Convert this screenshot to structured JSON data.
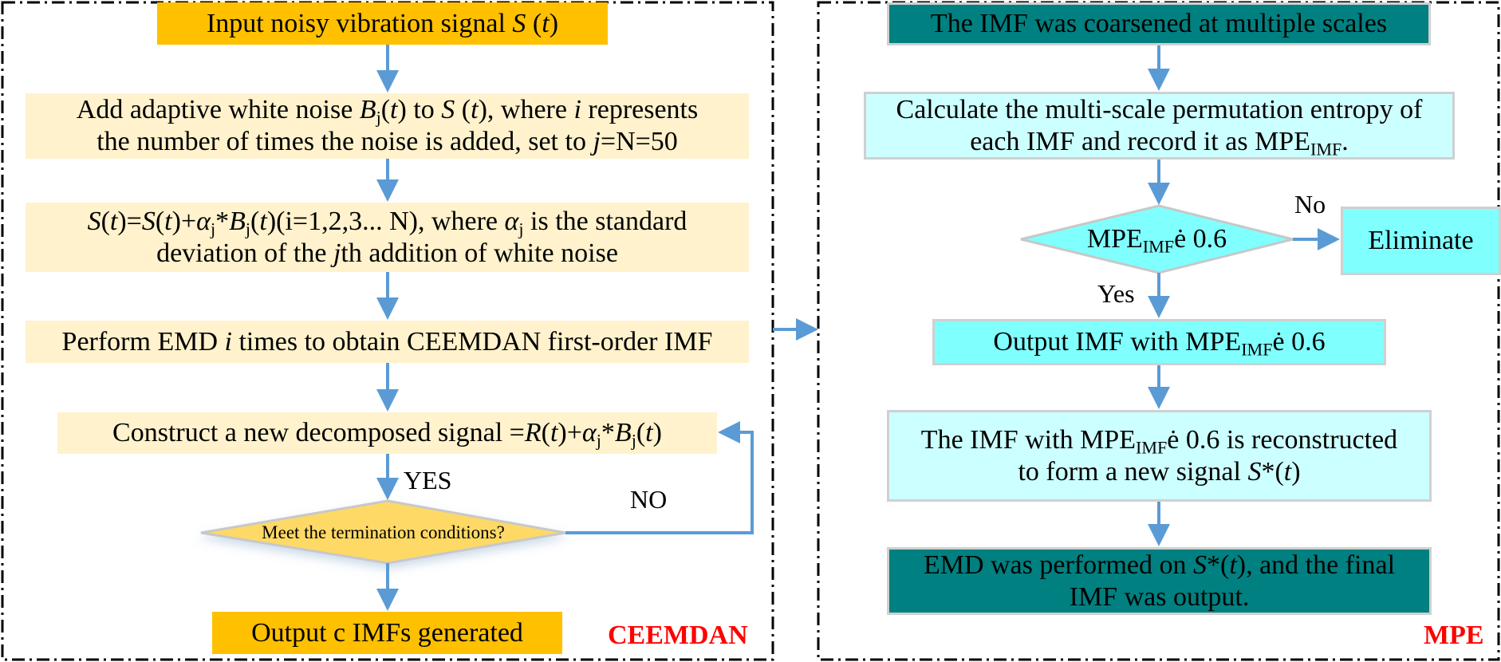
{
  "colors": {
    "arrow": "#5b9bd5",
    "orange": "#ffc000",
    "cream": "#fff2cc",
    "teal": "#008080",
    "light_cyan": "#ccffff",
    "cyan": "#80ffff",
    "label_red": "#ff0000"
  },
  "ceemdan": {
    "panel_label": "CEEMDAN",
    "input": [
      [
        {
          "t": "Input noisy vibration signal "
        },
        {
          "t": "S",
          "s": "i"
        },
        {
          "t": " ("
        },
        {
          "t": "t",
          "s": "i"
        },
        {
          "t": ")"
        }
      ]
    ],
    "add_noise": [
      [
        {
          "t": "Add adaptive white noise "
        },
        {
          "t": "B",
          "s": "i"
        },
        {
          "t": "j",
          "s": "sub"
        },
        {
          "t": "("
        },
        {
          "t": "t",
          "s": "i"
        },
        {
          "t": ") to "
        },
        {
          "t": "S",
          "s": "i"
        },
        {
          "t": " ("
        },
        {
          "t": "t",
          "s": "i"
        },
        {
          "t": "), where "
        },
        {
          "t": "i",
          "s": "i"
        },
        {
          "t": " represents"
        }
      ],
      [
        {
          "t": "the number of times the noise is added, set to "
        },
        {
          "t": "j",
          "s": "i"
        },
        {
          "t": "=N=50"
        }
      ]
    ],
    "update_signal": [
      [
        {
          "t": "S",
          "s": "i"
        },
        {
          "t": "("
        },
        {
          "t": "t",
          "s": "i"
        },
        {
          "t": ")="
        },
        {
          "t": "S",
          "s": "i"
        },
        {
          "t": "("
        },
        {
          "t": "t",
          "s": "i"
        },
        {
          "t": ")+"
        },
        {
          "t": "α",
          "s": "i"
        },
        {
          "t": "j",
          "s": "sub"
        },
        {
          "t": "*"
        },
        {
          "t": "B",
          "s": "i"
        },
        {
          "t": "j",
          "s": "sub"
        },
        {
          "t": "("
        },
        {
          "t": "t",
          "s": "i"
        },
        {
          "t": ")(i=1,2,3... N), where "
        },
        {
          "t": "α",
          "s": "i"
        },
        {
          "t": "j",
          "s": "sub"
        },
        {
          "t": " is the standard"
        }
      ],
      [
        {
          "t": "deviation of the "
        },
        {
          "t": "j",
          "s": "i"
        },
        {
          "t": "th addition of white noise"
        }
      ]
    ],
    "perform_emd": [
      [
        {
          "t": "Perform EMD "
        },
        {
          "t": "i",
          "s": "i"
        },
        {
          "t": " times to obtain CEEMDAN first-order IMF"
        }
      ]
    ],
    "construct": [
      [
        {
          "t": "Construct a new decomposed signal ="
        },
        {
          "t": "R",
          "s": "i"
        },
        {
          "t": "("
        },
        {
          "t": "t",
          "s": "i"
        },
        {
          "t": ")+"
        },
        {
          "t": "α",
          "s": "i"
        },
        {
          "t": "j",
          "s": "sub"
        },
        {
          "t": "*"
        },
        {
          "t": "B",
          "s": "i"
        },
        {
          "t": "j",
          "s": "sub"
        },
        {
          "t": "("
        },
        {
          "t": "t",
          "s": "i"
        },
        {
          "t": ")"
        }
      ]
    ],
    "decision": [
      [
        {
          "t": "Meet the termination conditions?"
        }
      ]
    ],
    "yes_label": "YES",
    "no_label": "NO",
    "output": [
      [
        {
          "t": "Output c IMFs generated"
        }
      ]
    ]
  },
  "mpe": {
    "panel_label": "MPE",
    "coarsen": [
      [
        {
          "t": "The IMF was coarsened at multiple scales"
        }
      ]
    ],
    "calculate": [
      [
        {
          "t": "Calculate the multi-scale permutation entropy of"
        }
      ],
      [
        {
          "t": "each IMF and record it as MPE"
        },
        {
          "t": "IMF",
          "s": "sub"
        },
        {
          "t": "."
        }
      ]
    ],
    "decision": [
      [
        {
          "t": "MPE"
        },
        {
          "t": "IMF",
          "s": "sub"
        },
        {
          "t": "ė 0.6"
        }
      ]
    ],
    "no_label": "No",
    "yes_label": "Yes",
    "eliminate": [
      [
        {
          "t": "Eliminate"
        }
      ]
    ],
    "output": [
      [
        {
          "t": "Output IMF with MPE"
        },
        {
          "t": "IMF",
          "s": "sub"
        },
        {
          "t": "ė 0.6"
        }
      ]
    ],
    "reconstruct": [
      [
        {
          "t": "The IMF with MPE"
        },
        {
          "t": "IMF",
          "s": "sub"
        },
        {
          "t": "ė 0.6 is reconstructed"
        }
      ],
      [
        {
          "t": "to form a new signal "
        },
        {
          "t": "S",
          "s": "i"
        },
        {
          "t": "*("
        },
        {
          "t": "t",
          "s": "i"
        },
        {
          "t": ")"
        }
      ]
    ],
    "final": [
      [
        {
          "t": "EMD was performed on "
        },
        {
          "t": "S",
          "s": "i"
        },
        {
          "t": "*("
        },
        {
          "t": "t",
          "s": "i"
        },
        {
          "t": "), and the final"
        }
      ],
      [
        {
          "t": "IMF was output."
        }
      ]
    ]
  }
}
